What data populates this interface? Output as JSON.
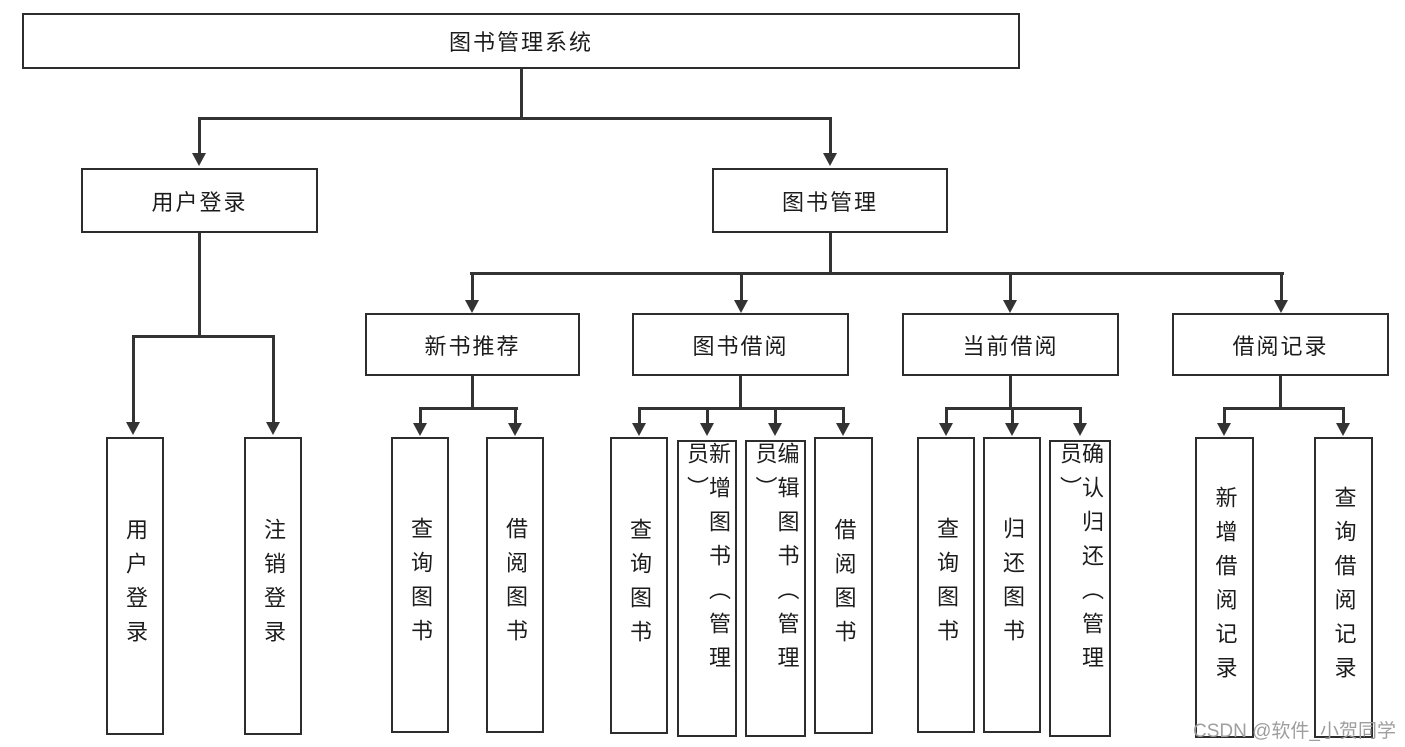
{
  "tree": {
    "label": "图书管理系统",
    "children": [
      {
        "label": "用户登录",
        "children": [
          {
            "label": "用户登录"
          },
          {
            "label": "注销登录"
          }
        ]
      },
      {
        "label": "图书管理",
        "children": [
          {
            "label": "新书推荐",
            "children": [
              {
                "label": "查询图书"
              },
              {
                "label": "借阅图书"
              }
            ]
          },
          {
            "label": "图书借阅",
            "children": [
              {
                "label": "查询图书"
              },
              {
                "label": "新增图书（管理员）"
              },
              {
                "label": "编辑图书（管理员）"
              },
              {
                "label": "借阅图书"
              }
            ]
          },
          {
            "label": "当前借阅",
            "children": [
              {
                "label": "查询图书"
              },
              {
                "label": "归还图书"
              },
              {
                "label": "确认归还（管理员）"
              }
            ]
          },
          {
            "label": "借阅记录",
            "children": [
              {
                "label": "新增借阅记录"
              },
              {
                "label": "查询借阅记录"
              }
            ]
          }
        ]
      }
    ]
  },
  "watermark": {
    "text": "CSDN @软件_小贺同学"
  },
  "colors": {
    "line": "#333333",
    "box_border": "#2d2d2d",
    "text": "#1c1c1c",
    "watermark": "#9e9e9e",
    "background": "#ffffff"
  }
}
